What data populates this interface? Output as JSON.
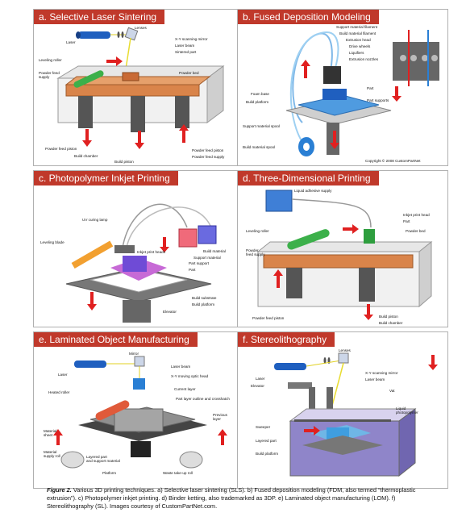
{
  "panels": {
    "a": {
      "title": "a. Selective Laser Sintering",
      "labels": {
        "lenses": "Lenses",
        "laser": "Laser",
        "xy_mirror": "X-Y scanning mirror",
        "laser_beam": "Laser beam",
        "sintered_part": "Sintered part",
        "leveling_roller": "Leveling roller",
        "powder_bed": "Powder bed",
        "powder_feed_supply": "Powder feed\nsupply",
        "powder_feed_piston_left": "Powder feed piston",
        "build_chamber": "Build chamber",
        "build_piston": "Build piston",
        "powder_feed_piston_right": "Powder feed piston",
        "powder_feed_supply_right": "Powder feed supply"
      }
    },
    "b": {
      "title": "b. Fused Deposition Modeling",
      "labels": {
        "support_filament": "Support material filament",
        "build_filament": "Build material filament",
        "extrusion_head": "Extrusion head",
        "drive_wheels": "Drive wheels",
        "liquifiers": "Liquifiers",
        "extrusion_nozzles": "Extrusion nozzles",
        "foam_base": "Foam base",
        "part": "Part",
        "build_platform": "Build platform",
        "part_supports": "Part supports",
        "support_spool": "Support material spool",
        "build_spool": "Build material spool",
        "copyright": "Copyright © 2008 CustomPartNet"
      }
    },
    "c": {
      "title": "c. Photopolymer Inkjet Printing",
      "labels": {
        "uv_lamp": "UV curing lamp",
        "leveling_blade": "Leveling blade",
        "inkjet_heads": "Inkjet print heads",
        "build_material": "Build material",
        "support_material": "Support material",
        "part_support": "Part support",
        "part": "Part",
        "build_substrate": "Build substrate",
        "build_platform": "Build platform",
        "elevator": "Elevator"
      }
    },
    "d": {
      "title": "d. Three-Dimensional Printing",
      "labels": {
        "adhesive_supply": "Liquid adhesive supply",
        "inkjet_head": "Inkjet print head",
        "part": "Part",
        "leveling_roller": "Leveling roller",
        "powder_bed": "Powder bed",
        "powder_feed_supply": "Powder\nfeed supply",
        "powder_feed_piston": "Powder feed piston",
        "build_piston": "Build piston",
        "build_chamber": "Build chamber"
      }
    },
    "e": {
      "title": "e. Laminated Object Manufacturing",
      "labels": {
        "mirror": "Mirror",
        "laser_beam": "Laser beam",
        "laser": "Laser",
        "xy_optics_head": "X-Y moving optic head",
        "heated_roller": "Heated roller",
        "current_layer": "Current layer",
        "outline_crosshatch": "Part layer outline and crosshatch",
        "previous_layer": "Previous\nlayer",
        "material_sheet": "Material\nsheet",
        "material_supply_roll": "Material\nsupply roll",
        "layered_part": "Layered part\nand support material",
        "platform": "Platform",
        "waste_roll": "Waste take-up roll"
      }
    },
    "f": {
      "title": "f. Stereolithography",
      "labels": {
        "lenses": "Lenses",
        "laser": "Laser",
        "xy_mirror": "X-Y scanning mirror",
        "laser_beam": "Laser beam",
        "elevator": "Elevator",
        "vat": "Vat",
        "liquid_photopolymer": "Liquid\nphotopolymer",
        "sweeper": "Sweeper",
        "layered_part": "Layered part",
        "build_platform": "Build platform"
      }
    }
  },
  "caption": {
    "figure": "Figure 2.",
    "text": "Various 3D printing techniques. a) Selective laser sintering (SLS). b) Fused deposition modeling (FDM, also termed “thermoplastic extrusion”). c) Photopolymer inkjet printing. d) Binder ketting, also trademarked as 3DP. e) Laminated object manufacturing (LOM). f) Stereolithography (SL). Images courtesy of CustomPartNet.com."
  },
  "colors": {
    "title_bar": "#c0392b",
    "powder": "#d9844a",
    "machine_gray": "#8c8c8c",
    "laser_blue": "#1f5fbf",
    "roller_green": "#3cb04a",
    "resin_purple": "#7a5fd0",
    "arrow_red": "#e02020"
  }
}
